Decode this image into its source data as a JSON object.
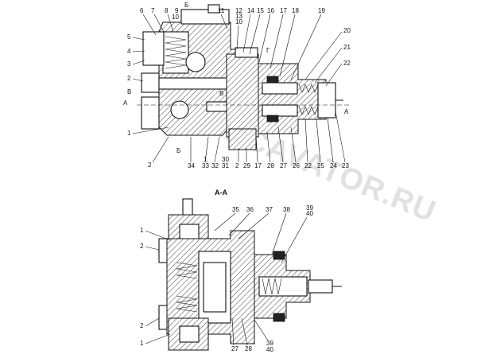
{
  "watermark": "MY-EXCAVATOR.RU",
  "section_title": "А-А",
  "top_view": {
    "labels_top": [
      "6",
      "7",
      "8",
      "Б",
      "9",
      "10",
      "11",
      "12",
      "13",
      "10",
      "14",
      "15",
      "16",
      "17",
      "18",
      "19"
    ],
    "labels_left": [
      "5",
      "4",
      "3",
      "2",
      "В",
      "А",
      "1",
      "2"
    ],
    "labels_right": [
      "20",
      "21",
      "22",
      "А"
    ],
    "labels_inner": [
      "Г",
      "В"
    ],
    "labels_bottom": [
      "Б",
      "34",
      "1",
      "33",
      "32",
      "30",
      "31",
      "2",
      "29",
      "17",
      "28",
      "27",
      "26",
      "22",
      "25",
      "24",
      "23"
    ]
  },
  "bottom_view": {
    "labels_top": [
      "35",
      "36",
      "37",
      "38",
      "39",
      "40"
    ],
    "labels_left": [
      "1",
      "2",
      "2",
      "1"
    ],
    "labels_bottom": [
      "27",
      "28",
      "39",
      "40"
    ]
  }
}
